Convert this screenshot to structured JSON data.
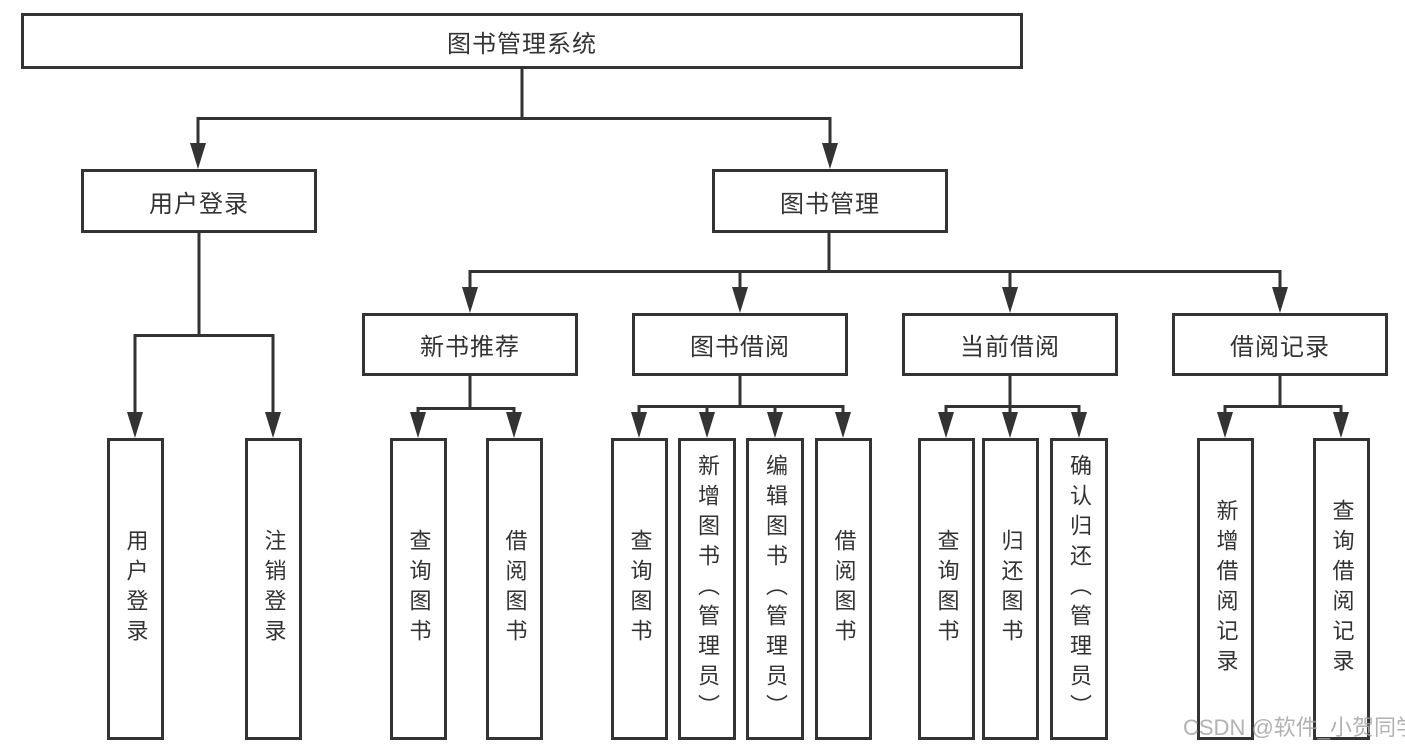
{
  "watermark": "CSDN @软件_小贺同学",
  "colors": {
    "line": "#333333",
    "box_background": "#ffffff",
    "text": "#333333",
    "watermark": "#a5a5a5"
  },
  "tree": {
    "root": {
      "label": "图书管理系统"
    },
    "branches": [
      {
        "label": "用户登录",
        "children": [
          {
            "label": "用户登录"
          },
          {
            "label": "注销登录"
          }
        ]
      },
      {
        "label": "图书管理",
        "children": [
          {
            "label": "新书推荐",
            "children": [
              {
                "label": "查询图书"
              },
              {
                "label": "借阅图书"
              }
            ]
          },
          {
            "label": "图书借阅",
            "children": [
              {
                "label": "查询图书"
              },
              {
                "label": "新增图书（管理员）"
              },
              {
                "label": "编辑图书（管理员）"
              },
              {
                "label": "借阅图书"
              }
            ]
          },
          {
            "label": "当前借阅",
            "children": [
              {
                "label": "查询图书"
              },
              {
                "label": "归还图书"
              },
              {
                "label": "确认归还（管理员）"
              }
            ]
          },
          {
            "label": "借阅记录",
            "children": [
              {
                "label": "新增借阅记录"
              },
              {
                "label": "查询借阅记录"
              }
            ]
          }
        ]
      }
    ]
  }
}
